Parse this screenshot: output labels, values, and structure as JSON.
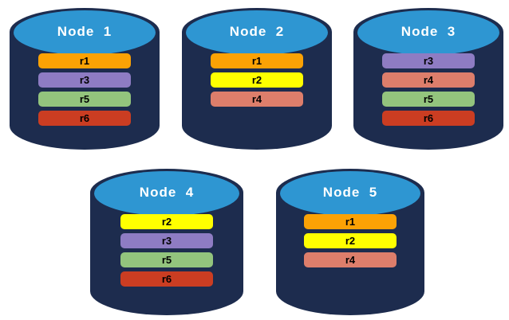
{
  "diagram": {
    "description": "Five database nodes each storing a subset of replicas r1-r6"
  },
  "palette": {
    "cylinder_body": "#1D2C4E",
    "cylinder_top": "#2E96D2",
    "node_title_color": "#FFFFFF",
    "bar_text_color": "#000000",
    "background": "#FFFFFF",
    "replica_colors": {
      "r1": "#FBA205",
      "r2": "#FFFF00",
      "r3": "#8E7CC3",
      "r4": "#DD7E6B",
      "r5": "#93C47D",
      "r6": "#CB3D22"
    }
  },
  "nodes": [
    {
      "label": "Node  1",
      "replicas": [
        "r1",
        "r3",
        "r5",
        "r6"
      ]
    },
    {
      "label": "Node  2",
      "replicas": [
        "r1",
        "r2",
        "r4"
      ]
    },
    {
      "label": "Node  3",
      "replicas": [
        "r3",
        "r4",
        "r5",
        "r6"
      ]
    },
    {
      "label": "Node  4",
      "replicas": [
        "r2",
        "r3",
        "r5",
        "r6"
      ]
    },
    {
      "label": "Node  5",
      "replicas": [
        "r1",
        "r2",
        "r4"
      ]
    }
  ]
}
